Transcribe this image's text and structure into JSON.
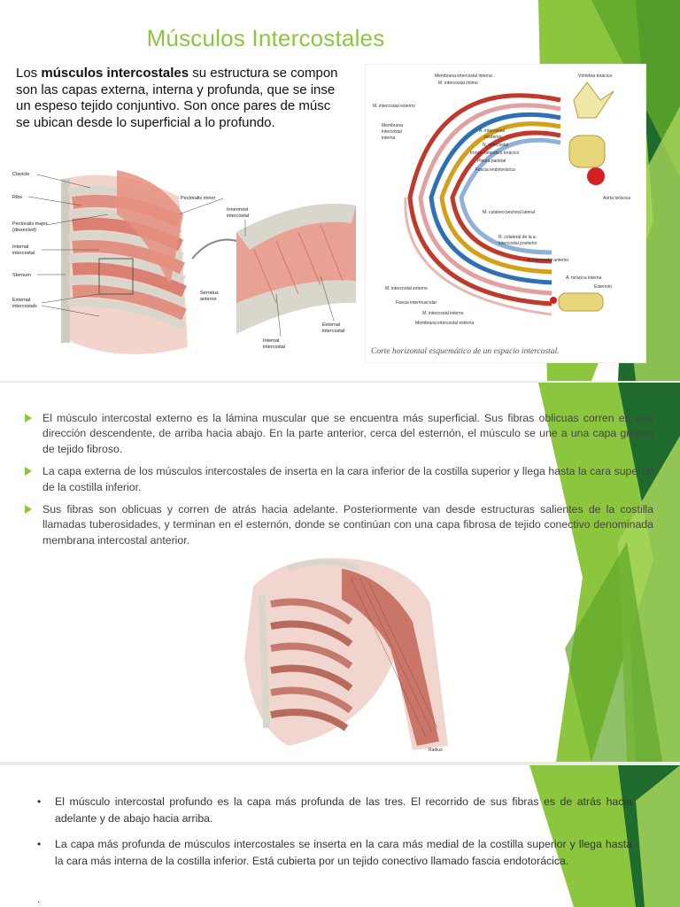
{
  "slide1": {
    "title": "Músculos Intercostales",
    "intro": {
      "line1_pre": "Los ",
      "line1_bold": "músculos intercostales",
      "line1_post": " su estructura se compon",
      "line2": "son las capas externa, interna y profunda, que se inse",
      "line3": "un espeso tejido conjuntivo. Son once pares de músc",
      "line4": "se ubican desde lo superficial a lo profundo."
    },
    "figure_left_labels": {
      "clavicle": "Clavicle",
      "ribs": "Ribs",
      "pectoralis_major": "Pectoralis major",
      "dissected": "(dissected)",
      "internal": "Internal",
      "intercostal": "intercostal",
      "sternum": "Sternum",
      "external": "External",
      "intercostals": "intercostals",
      "pectoralis_minor": "Pectoralis minor",
      "innermost": "Innermost",
      "innermost_intercostal": "intercostal",
      "serratus": "Serratus",
      "anterior": "anterior",
      "internal_b": "Internal",
      "intercostal_b": "intercostal",
      "external_b": "External",
      "intercostal_c": "intercostal"
    },
    "figure_right_labels": {
      "l1": "Membrana intercostal interna",
      "l2": "M. intercostal íntimo",
      "l3": "M. intercostal externo",
      "l4": "Membrana",
      "l4b": "intercostal",
      "l4c": "interna",
      "l5": "Vértebra torácica",
      "l6": "A. intercostal",
      "l6b": "posterior",
      "l7": "N. intercostal",
      "l8": "tronco simpático torácico",
      "l9": "Pleura parietal",
      "l10": "Fascia endotorácica",
      "l11": "Aorta torácica",
      "l12": "M. cutáneo pectoral lateral",
      "l13": "R. colateral de la a.",
      "l13b": "intercostal posterior",
      "l14": "A. intercostal anterior",
      "l15": "M. intercostal externo",
      "l16": "A. torácica interna",
      "l17": "Esternón",
      "l18": "Fascia intermuscular",
      "l19": "M. intercostal interno",
      "l20": "Membrana intercostal externa",
      "caption": "Corte horizontal esquemático de un espacio intercostal."
    }
  },
  "slide2": {
    "bullets": [
      "El músculo intercostal externo es la lámina muscular que se encuentra más superficial. Sus fibras oblicuas corren en una dirección descendente, de arriba hacia abajo. En la parte anterior, cerca del esternón, el músculo se une a una capa gruesa de tejido fibroso.",
      "La capa externa de los músculos intercostales de inserta en la cara inferior de la costilla superior y llega hasta la cara superior de la costilla inferior.",
      "Sus fibras son oblicuas y corren de atrás hacia adelante. Posteriormente van desde estructuras salientes de la costilla llamadas tuberosidades, y terminan en el esternón, donde se continúan con una capa fibrosa de tejido conectivo denominada membrana intercostal anterior."
    ],
    "figure_label": "Radius"
  },
  "slide3": {
    "bullets": [
      "El músculo intercostal profundo es la capa más profunda de las tres. El recorrido de sus fibras es de atrás hacia adelante y de abajo hacia arriba.",
      "La capa más profunda de músculos intercostales se inserta en la cara más medial de la costilla superior y llega hasta la cara más interna de la costilla inferior. Está cubierta por un tejido conectivo llamado fascia endotorácica."
    ],
    "bullet_glyph": "•",
    "trailing_glyph": "."
  },
  "colors": {
    "accent_green": "#8cc63e",
    "muscle": "#e08a7a",
    "bone": "#d9d6cc"
  }
}
